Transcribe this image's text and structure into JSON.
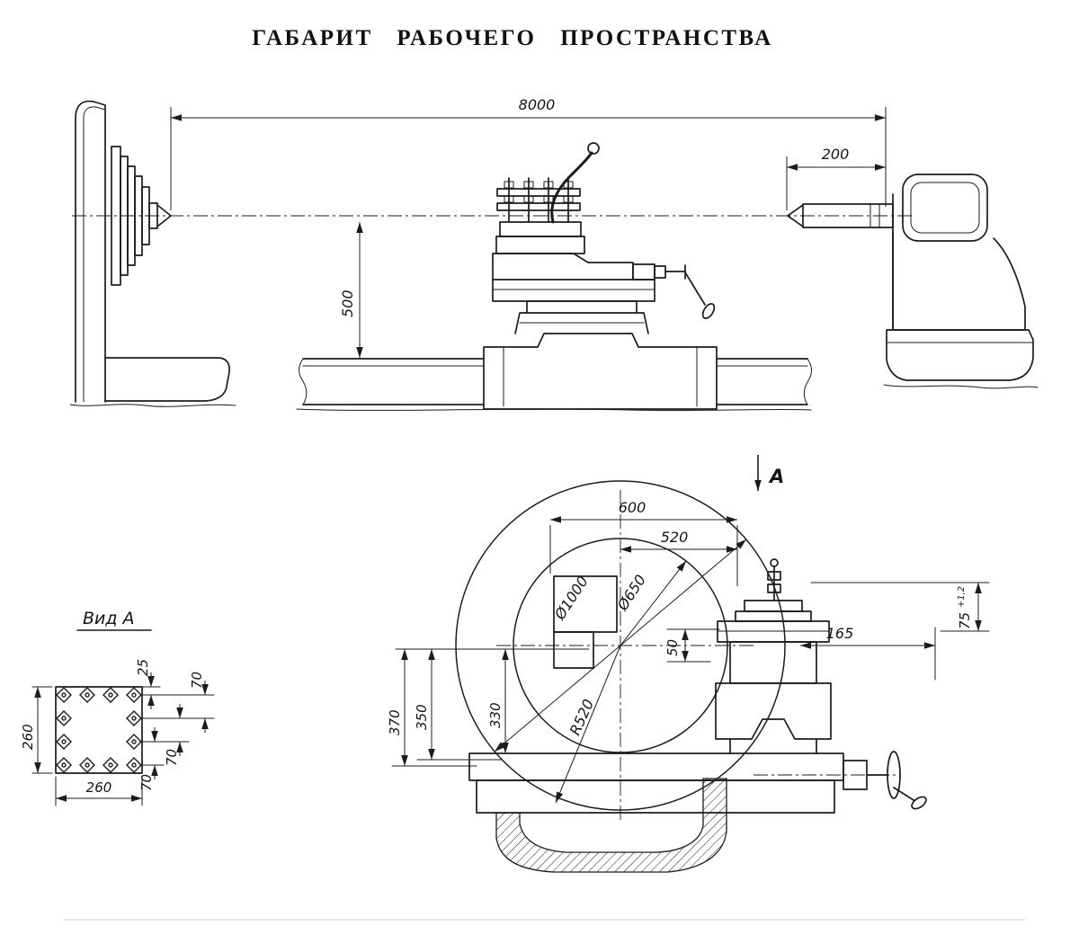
{
  "title": "ГАБАРИТ РАБОЧЕГО ПРОСТРАНСТВА",
  "side_view": {
    "dim_overall": "8000",
    "dim_tailstock_travel": "200",
    "dim_center_height": "500"
  },
  "end_view": {
    "view_arrow_label": "А",
    "dim_600": "600",
    "dim_520": "520",
    "dia_1000": "Ø1000",
    "dia_650": "Ø650",
    "dim_50": "50",
    "dim_165": "165",
    "dim_75": "75",
    "dim_75_tol": "+1,2",
    "dim_370": "370",
    "dim_350": "350",
    "dim_330": "330",
    "r_520": "R520"
  },
  "view_a": {
    "label": "Вид А",
    "dim_side": "260",
    "dim_bottom": "260",
    "dim_25": "25",
    "dim_70_1": "70",
    "dim_70_2": "70",
    "dim_70_3": "70"
  }
}
